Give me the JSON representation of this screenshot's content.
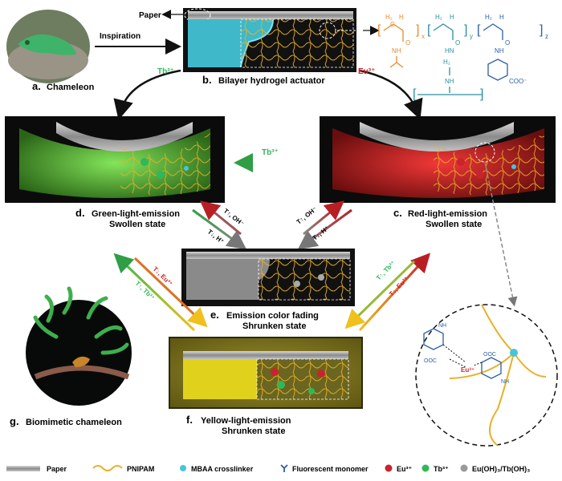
{
  "panels": {
    "a": {
      "letter": "a.",
      "caption": "Chameleon"
    },
    "b": {
      "letter": "b.",
      "caption": "Bilayer hydrogel actuator"
    },
    "c": {
      "letter": "c.",
      "caption": "Red-light-emission",
      "caption2": "Swollen state"
    },
    "d": {
      "letter": "d.",
      "caption": "Green-light-emission",
      "caption2": "Swollen state"
    },
    "e": {
      "letter": "e.",
      "caption": "Emission color fading",
      "caption2": "Shrunken state"
    },
    "f": {
      "letter": "f.",
      "caption": "Yellow-light-emission",
      "caption2": "Shrunken state"
    },
    "g": {
      "letter": "g.",
      "caption": "Biomimetic chameleon"
    }
  },
  "top": {
    "paper_label": "Paper",
    "inspiration_label": "Inspiration"
  },
  "ions": {
    "tb_left": "Tb³⁺",
    "eu_right": "Eu³⁺",
    "tb_mid": "Tb³⁺",
    "zoom_eu": "Eu³⁺"
  },
  "arrows": {
    "left_pair_up": "T↑, OH⁻",
    "left_pair_down": "T↓, H⁺",
    "right_pair_up": "T↑, OH⁻",
    "right_pair_down": "T↓, H⁺",
    "lower_left_eu": "T↓, Eu³⁺",
    "lower_left_tb": "T↑, Tb³⁺",
    "lower_right_tb": "T↑, Tb³⁺",
    "lower_right_eu": "T↓, Eu³⁺"
  },
  "chem": {
    "subscripts": [
      "x",
      "y",
      "z"
    ],
    "atoms": [
      "H₂",
      "H",
      "C",
      "O",
      "NH",
      "HN",
      "COO⁻"
    ]
  },
  "legend": [
    {
      "key": "paper",
      "label": "Paper"
    },
    {
      "key": "pnipam",
      "label": "PNIPAM"
    },
    {
      "key": "mbaa",
      "label": "MBAA crosslinker"
    },
    {
      "key": "fluor",
      "label": "Fluorescent monomer"
    },
    {
      "key": "eu",
      "label": "Eu³⁺"
    },
    {
      "key": "tb",
      "label": "Tb³⁺"
    },
    {
      "key": "hydroxide",
      "label": "Eu(OH)₃/Tb(OH)₃"
    }
  ],
  "colors": {
    "green_glow": "#6fe04a",
    "red_glow": "#e3262b",
    "yellow_glow": "#e6d21f",
    "cyan": "#45c6d8",
    "orange": "#e8892c",
    "blue_chem": "#2a5fa8",
    "teal_chem": "#2a8fa0",
    "eu_red": "#c8242b",
    "tb_green": "#2fb85a"
  }
}
